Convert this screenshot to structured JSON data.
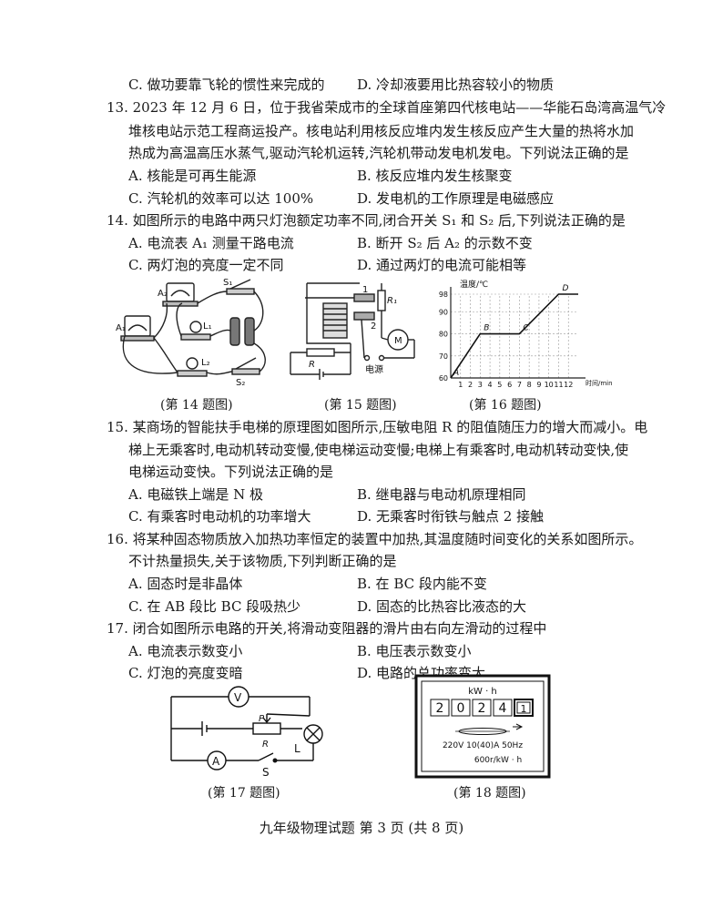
{
  "q12": {
    "opt_c": "C. 做功要靠飞轮的惯性来完成的",
    "opt_d": "D. 冷却液要用比热容较小的物质"
  },
  "q13": {
    "line1": "13. 2023 年 12 月 6 日，位于我省荣成市的全球首座第四代核电站——华能石岛湾高温气冷",
    "line2": "堆核电站示范工程商运投产。核电站利用核反应堆内发生核反应产生大量的热将水加",
    "line3": "热成为高温高压水蒸气,驱动汽轮机运转,汽轮机带动发电机发电。下列说法正确的是",
    "opt_a": "A. 核能是可再生能源",
    "opt_b": "B. 核反应堆内发生核聚变",
    "opt_c": "C. 汽轮机的效率可以达 100%",
    "opt_d": "D. 发电机的工作原理是电磁感应"
  },
  "q14": {
    "stem": "14. 如图所示的电路中两只灯泡额定功率不同,闭合开关 S₁ 和 S₂ 后,下列说法正确的是",
    "opt_a": "A. 电流表 A₁ 测量干路电流",
    "opt_b": "B. 断开 S₂ 后 A₂ 的示数不变",
    "opt_c": "C. 两灯泡的亮度一定不同",
    "opt_d": "D. 通过两灯的电流可能相等"
  },
  "fig14": {
    "caption": "(第 14 题图)",
    "labels": {
      "a2": "A₂",
      "a1": "A₁",
      "s1": "S₁",
      "s2": "S₂",
      "l1": "L₁",
      "l2": "L₂"
    }
  },
  "fig15": {
    "caption": "(第 15 题图)",
    "labels": {
      "r1": "R₁",
      "r": "R",
      "one": "1",
      "two": "2",
      "m": "M",
      "source": "电源"
    }
  },
  "fig16": {
    "caption": "(第 16 题图)",
    "ylabel": "温度/℃",
    "xlabel": "时间/min",
    "points": {
      "a": "A",
      "b": "B",
      "c": "C",
      "d": "D"
    }
  },
  "chart_data": {
    "type": "line",
    "title": "",
    "xlabel": "时间/min",
    "ylabel": "温度/℃",
    "x_ticks": [
      1,
      2,
      3,
      4,
      5,
      6,
      7,
      8,
      9,
      10,
      11,
      12
    ],
    "y_ticks": [
      60,
      70,
      80,
      90,
      98
    ],
    "xlim": [
      0,
      13
    ],
    "ylim": [
      60,
      98
    ],
    "grid": true,
    "series": [
      {
        "x": [
          0,
          3,
          7,
          11,
          13
        ],
        "y": [
          60,
          80,
          80,
          98,
          98
        ],
        "labels": [
          "A",
          "B",
          "C",
          "D",
          ""
        ]
      }
    ]
  },
  "q15": {
    "line1": "15. 某商场的智能扶手电梯的原理图如图所示,压敏电阻 R 的阻值随压力的增大而减小。电",
    "line2": "梯上无乘客时,电动机转动变慢,使电梯运动变慢;电梯上有乘客时,电动机转动变快,使",
    "line3": "电梯运动变快。下列说法正确的是",
    "opt_a": "A. 电磁铁上端是 N 极",
    "opt_b": "B. 继电器与电动机原理相同",
    "opt_c": "C. 有乘客时电动机的功率增大",
    "opt_d": "D. 无乘客时衔铁与触点 2 接触"
  },
  "q16": {
    "line1": "16. 将某种固态物质放入加热功率恒定的装置中加热,其温度随时间变化的关系如图所示。",
    "line2": "不计热量损失,关于该物质,下列判断正确的是",
    "opt_a": "A. 固态时是非晶体",
    "opt_b": "B. 在 BC 段内能不变",
    "opt_c": "C. 在 AB 段比 BC 段吸热少",
    "opt_d": "D. 固态的比热容比液态的大"
  },
  "q17": {
    "stem": "17. 闭合如图所示电路的开关,将滑动变阻器的滑片由右向左滑动的过程中",
    "opt_a": "A. 电流表示数变小",
    "opt_b": "B. 电压表示数变小",
    "opt_c": "C. 灯泡的亮度变暗",
    "opt_d": "D. 电路的总功率变大"
  },
  "fig17": {
    "caption": "(第 17 题图)",
    "labels": {
      "v": "V",
      "a": "A",
      "p": "P",
      "r": "R",
      "l": "L",
      "s": "S"
    }
  },
  "fig18": {
    "caption": "(第 18 题图)",
    "unit": "kW · h",
    "digits": [
      "2",
      "0",
      "2",
      "4",
      "1"
    ],
    "spec1": "220V   10(40)A   50Hz",
    "spec2": "600r/kW · h"
  },
  "footer": "九年级物理试题   第 3 页   (共 8 页)"
}
